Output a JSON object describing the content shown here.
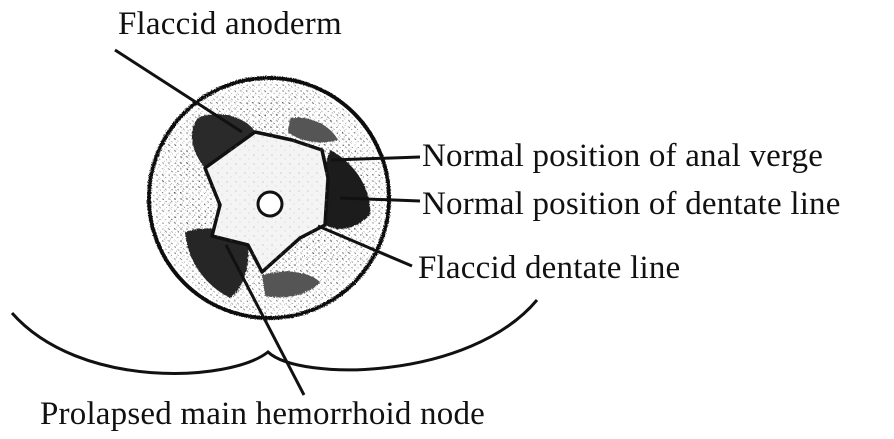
{
  "labels": {
    "flaccid_anoderm": "Flaccid anoderm",
    "normal_anal_verge": "Normal position of anal verge",
    "normal_dentate_line": "Normal position of dentate line",
    "flaccid_dentate_line": "Flaccid dentate line",
    "prolapsed_node": "Prolapsed main hemorrhoid node"
  }
}
